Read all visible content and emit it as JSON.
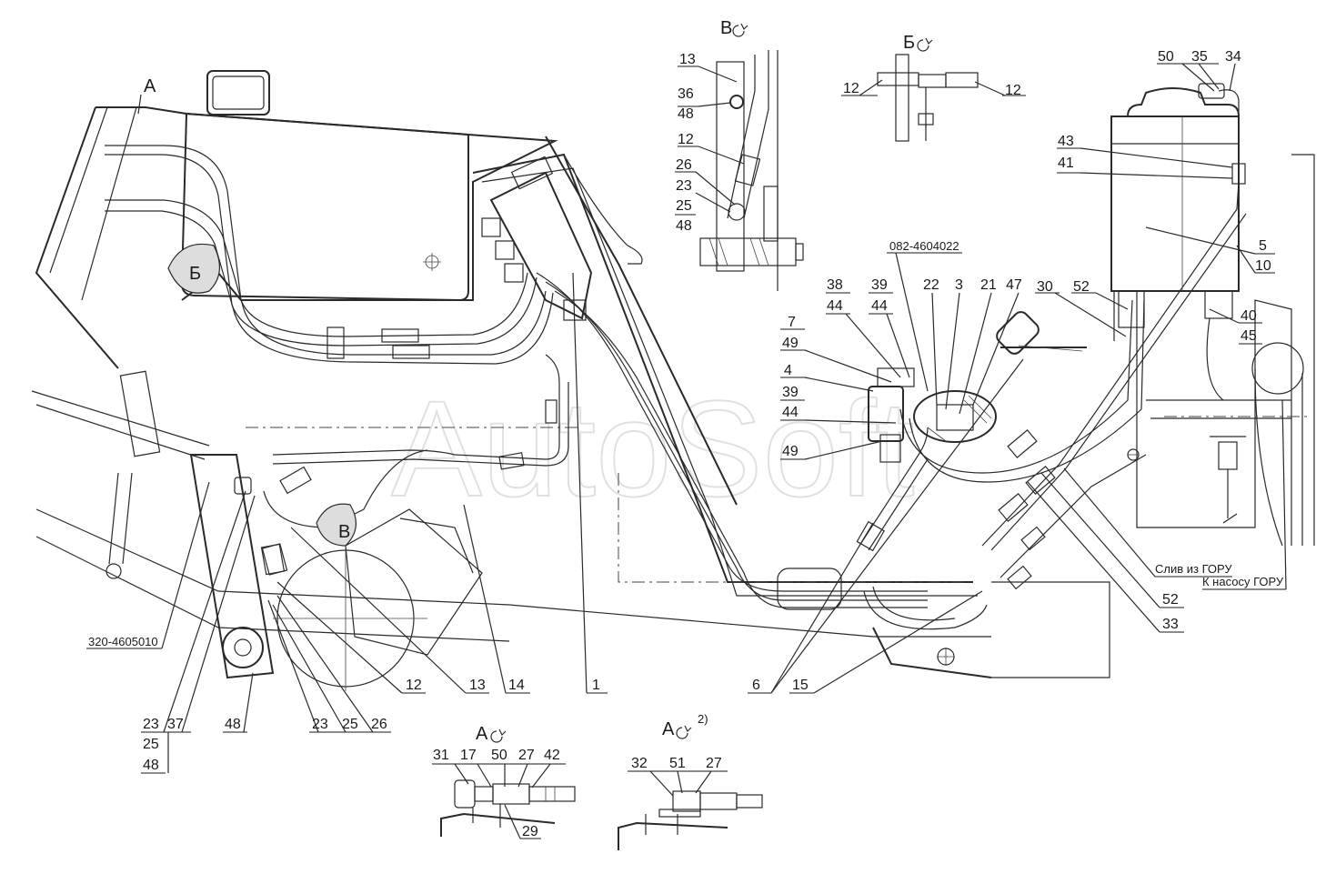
{
  "watermark": "AutoSoft",
  "views": {
    "A": "А",
    "B": "Б",
    "V": "В",
    "A2_sup": "2)"
  },
  "part_numbers": {
    "left_pump": "320-4605010",
    "clamp": "082-4604022"
  },
  "notes": {
    "drain": "Слив из ГОРУ",
    "to_pump": "К насосу ГОРУ"
  },
  "labels": {
    "v13": "13",
    "v36": "36",
    "v48a": "48",
    "v12": "12",
    "v26": "26",
    "v23": "23",
    "v25": "25",
    "v48b": "48",
    "b12a": "12",
    "b12b": "12",
    "t50": "50",
    "t35": "35",
    "t34": "34",
    "t43": "43",
    "t41": "41",
    "t5": "5",
    "t10": "10",
    "t52a": "52",
    "t30": "30",
    "t40": "40",
    "t45": "45",
    "m38": "38",
    "m44a": "44",
    "m39a": "39",
    "m44b": "44",
    "m22": "22",
    "m3": "3",
    "m21": "21",
    "m47": "47",
    "m7": "7",
    "m49a": "49",
    "m4": "4",
    "m39b": "39",
    "m44c": "44",
    "m49b": "49",
    "r52b": "52",
    "r33": "33",
    "bot12": "12",
    "bot13": "13",
    "bot14": "14",
    "bot1": "1",
    "bot6": "6",
    "bot15": "15",
    "l23a": "23",
    "l37": "37",
    "l25a": "25",
    "l48a": "48",
    "l48b": "48",
    "l23b": "23",
    "l25b": "25",
    "l26": "26",
    "a31": "31",
    "a17": "17",
    "a50": "50",
    "a27": "27",
    "a42": "42",
    "a29": "29",
    "c32": "32",
    "c51": "51",
    "c27": "27"
  }
}
